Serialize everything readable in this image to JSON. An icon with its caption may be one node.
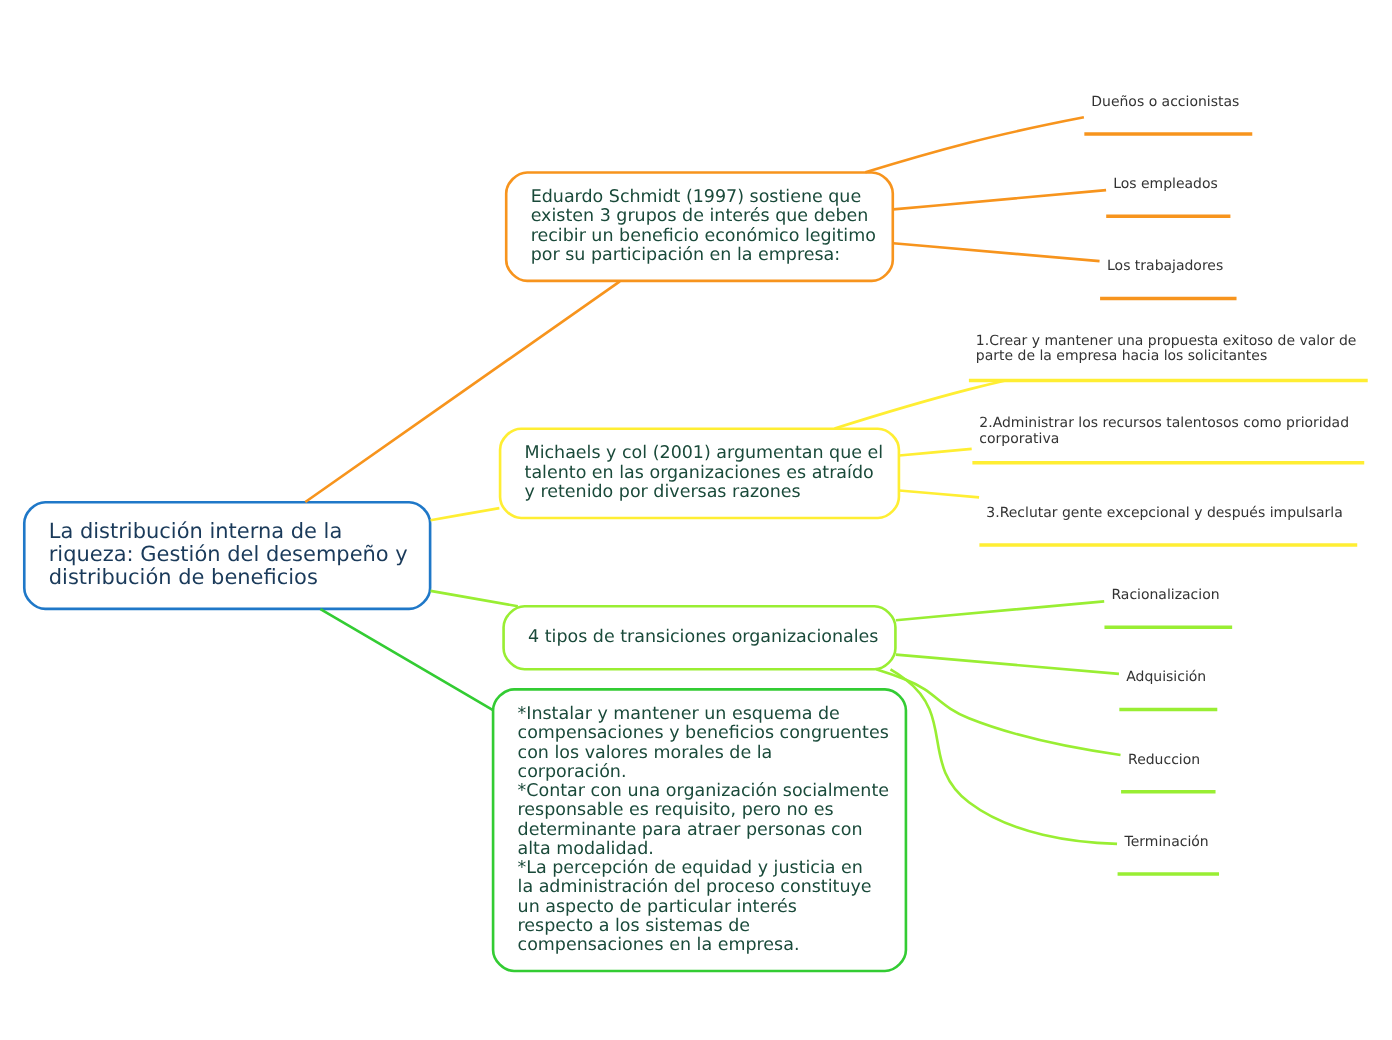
{
  "diagram": {
    "nodes": [
      {
        "text": [
          "La distribución interna de la riqueza: Gestión del desempeño y distribución de beneficios"
        ]
      },
      {
        "text": [
          "Eduardo Schmidt (1997) sostiene que existen 3 grupos de interés que deben recibir un beneficio económico legitimo por su participación en la empresa:"
        ]
      },
      {
        "text": [
          "Dueños o accionistas"
        ]
      },
      {
        "text": [
          "Los empleados"
        ]
      },
      {
        "text": [
          "Los trabajadores"
        ]
      },
      {
        "text": [
          "Michaels y col (2001) argumentan que el talento en las organizaciones es atraído y retenido por diversas razones"
        ]
      },
      {
        "text": [
          "1.Crear y mantener una propuesta exitoso de valor de parte de la empresa hacia los solicitantes"
        ]
      },
      {
        "text": [
          "2.Administrar los recursos talentosos como prioridad corporativa"
        ]
      },
      {
        "text": [
          "3.Reclutar gente excepcional y después impulsarla"
        ]
      },
      {
        "text": [
          "4 tipos de transiciones organizacionales"
        ]
      },
      {
        "text": [
          "Racionalizacion"
        ]
      },
      {
        "text": [
          "Adquisición"
        ]
      },
      {
        "text": [
          "Reduccion"
        ]
      },
      {
        "text": [
          "Terminación"
        ]
      },
      {
        "text": [
          "*Instalar y mantener un esquema de compensaciones y beneficios congruentes con los valores morales de la corporación.",
          "*Contar con una organización socialmente responsable es requisito, pero no es determinante para atraer personas con alta modalidad.",
          "*La percepción de equidad y justicia en la administración del proceso constituye un aspecto de particular interés respecto a los sistemas de compensaciones en la empresa."
        ]
      }
    ],
    "edges": [
      {
        "from": 0,
        "to": 1,
        "arrow": "none",
        "color": "#f7941d"
      },
      {
        "from": 1,
        "to": 2,
        "arrow": "none",
        "color": "#f7941d"
      },
      {
        "from": 1,
        "to": 3,
        "arrow": "none",
        "color": "#f7941d"
      },
      {
        "from": 1,
        "to": 4,
        "arrow": "none",
        "color": "#f7941d"
      },
      {
        "from": 0,
        "to": 5,
        "arrow": "none",
        "color": "#ffee33"
      },
      {
        "from": 5,
        "to": 6,
        "arrow": "none",
        "color": "#ffee33"
      },
      {
        "from": 5,
        "to": 7,
        "arrow": "none",
        "color": "#ffee33"
      },
      {
        "from": 5,
        "to": 8,
        "arrow": "none",
        "color": "#ffee33"
      },
      {
        "from": 0,
        "to": 9,
        "arrow": "none",
        "color": "#99ee33"
      },
      {
        "from": 9,
        "to": 10,
        "arrow": "none",
        "color": "#99ee33"
      },
      {
        "from": 9,
        "to": 11,
        "arrow": "none",
        "color": "#99ee33"
      },
      {
        "from": 9,
        "to": 12,
        "arrow": "none",
        "color": "#99ee33"
      },
      {
        "from": 9,
        "to": 13,
        "arrow": "none",
        "color": "#99ee33"
      },
      {
        "from": 0,
        "to": 14,
        "arrow": "none",
        "color": "#33cc33"
      }
    ]
  }
}
